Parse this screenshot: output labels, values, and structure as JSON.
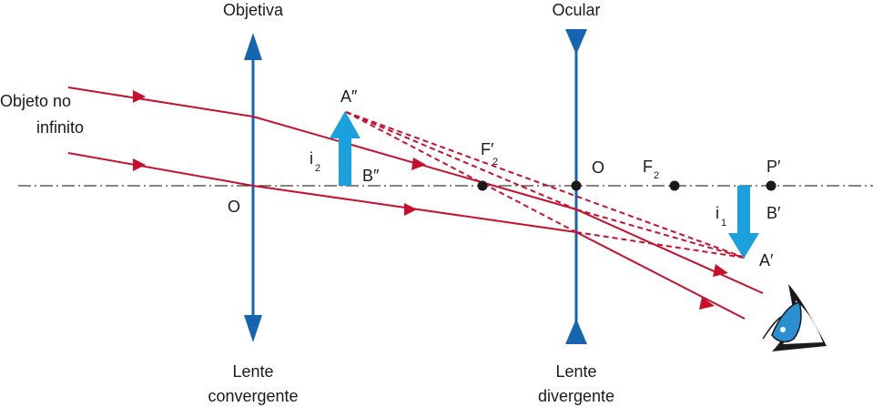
{
  "title_objective": "Objetiva",
  "title_ocular": "Ocular",
  "object_label_line1": "Objeto no",
  "object_label_line2": "infinito",
  "objective_caption_line1": "Lente",
  "objective_caption_line2": "convergente",
  "ocular_caption_line1": "Lente",
  "ocular_caption_line2": "divergente",
  "points": {
    "O_objective": "O",
    "O_ocular": "O",
    "F2_prime": "F",
    "F2_prime_sub": "2",
    "F2_prime_mark": "′",
    "F2": "F",
    "F2_sub": "2",
    "P_prime": "P′",
    "B_prime": "B′",
    "A_prime": "A′",
    "A_double_prime": "A″",
    "B_double_prime": "B″"
  },
  "images": {
    "i2": "i",
    "i2_sub": "2",
    "i1": "i",
    "i1_sub": "1"
  },
  "colors": {
    "axis": "#3a3a3a",
    "lens": "#1565b0",
    "ray": "#c8102e",
    "image_arrow": "#1aa0dc",
    "eye": "#1a1a1a",
    "iris": "#2a8fd0"
  }
}
